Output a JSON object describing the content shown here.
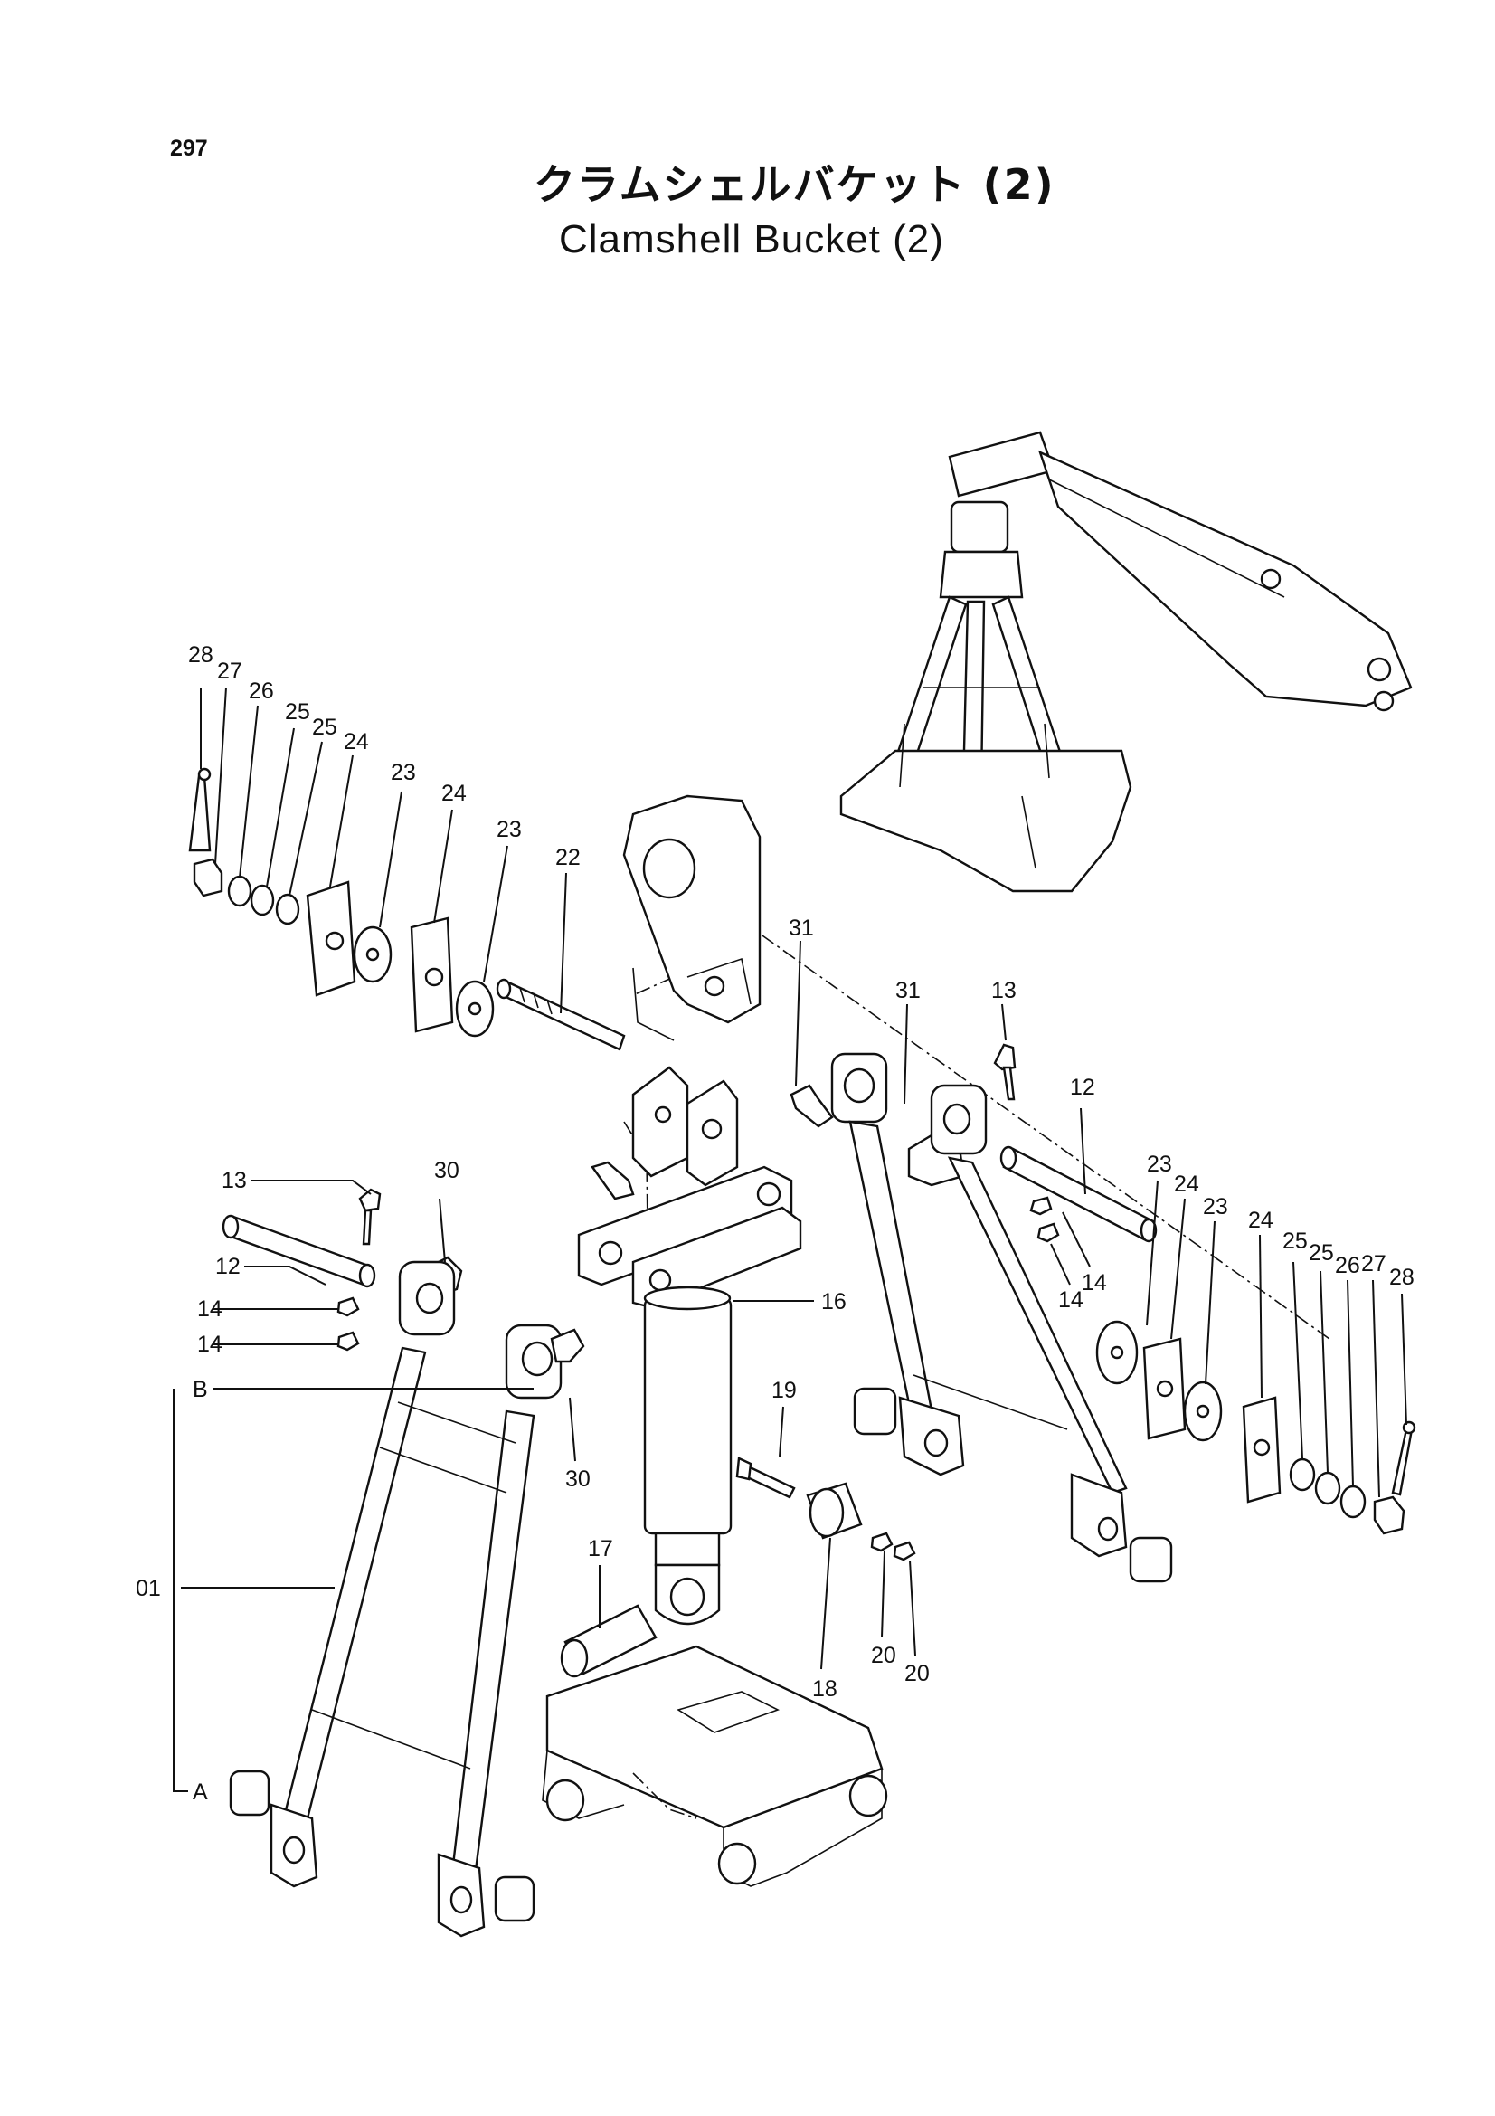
{
  "page_number": "297",
  "title_jp": "クラムシェルバケット (2)",
  "title_en": "Clamshell Bucket (2)",
  "callouts": {
    "c01": "01",
    "cA": "A",
    "cB": "B",
    "c12a": "12",
    "c13a": "13",
    "c14a": "14",
    "c14b": "14",
    "c30a": "30",
    "c30b": "30",
    "c28a": "28",
    "c27a": "27",
    "c26a": "26",
    "c25a": "25",
    "c25b": "25",
    "c24a": "24",
    "c23a": "23",
    "c24b": "24",
    "c23b": "23",
    "c22": "22",
    "c16": "16",
    "c17": "17",
    "c18": "18",
    "c19": "19",
    "c20a": "20",
    "c20b": "20",
    "c31a": "31",
    "c31b": "31",
    "c13b": "13",
    "c12b": "12",
    "c14c": "14",
    "c14d": "14",
    "c23c": "23",
    "c24c": "24",
    "c23d": "23",
    "c24d": "24",
    "c25c": "25",
    "c25d": "25",
    "c26b": "26",
    "c27b": "27",
    "c28b": "28"
  }
}
